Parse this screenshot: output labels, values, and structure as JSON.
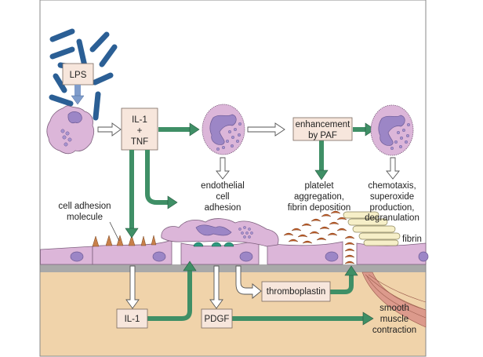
{
  "labels": {
    "lps": "LPS",
    "il1_tnf": [
      "IL-1",
      "+",
      "TNF"
    ],
    "enhancement": [
      "enhancement",
      "by PAF"
    ],
    "endothelial_adhesion": [
      "endothelial",
      "cell",
      "adhesion"
    ],
    "platelet": [
      "platelet",
      "aggregation,",
      "fibrin deposition"
    ],
    "chemotaxis": [
      "chemotaxis,",
      "superoxide",
      "production,",
      "degranulation"
    ],
    "cell_adhesion_molecule": [
      "cell adhesion",
      "molecule"
    ],
    "fibrin": "fibrin",
    "il1_lower": "IL-1",
    "pdgf": "PDGF",
    "thromboplastin": "thromboplastin",
    "smooth_muscle": [
      "smooth",
      "muscle",
      "contraction"
    ]
  },
  "colors": {
    "green_arrow": "#3f8f66",
    "cell_purple": "#dcb6d9",
    "nucleus": "#9c86c6",
    "bacteria": "#2b5f95",
    "tissue": "#f0d3aa",
    "basement_membrane": "#a9a9a9",
    "platelet": "#c4602a",
    "box_fill": "#f7e6dc"
  }
}
